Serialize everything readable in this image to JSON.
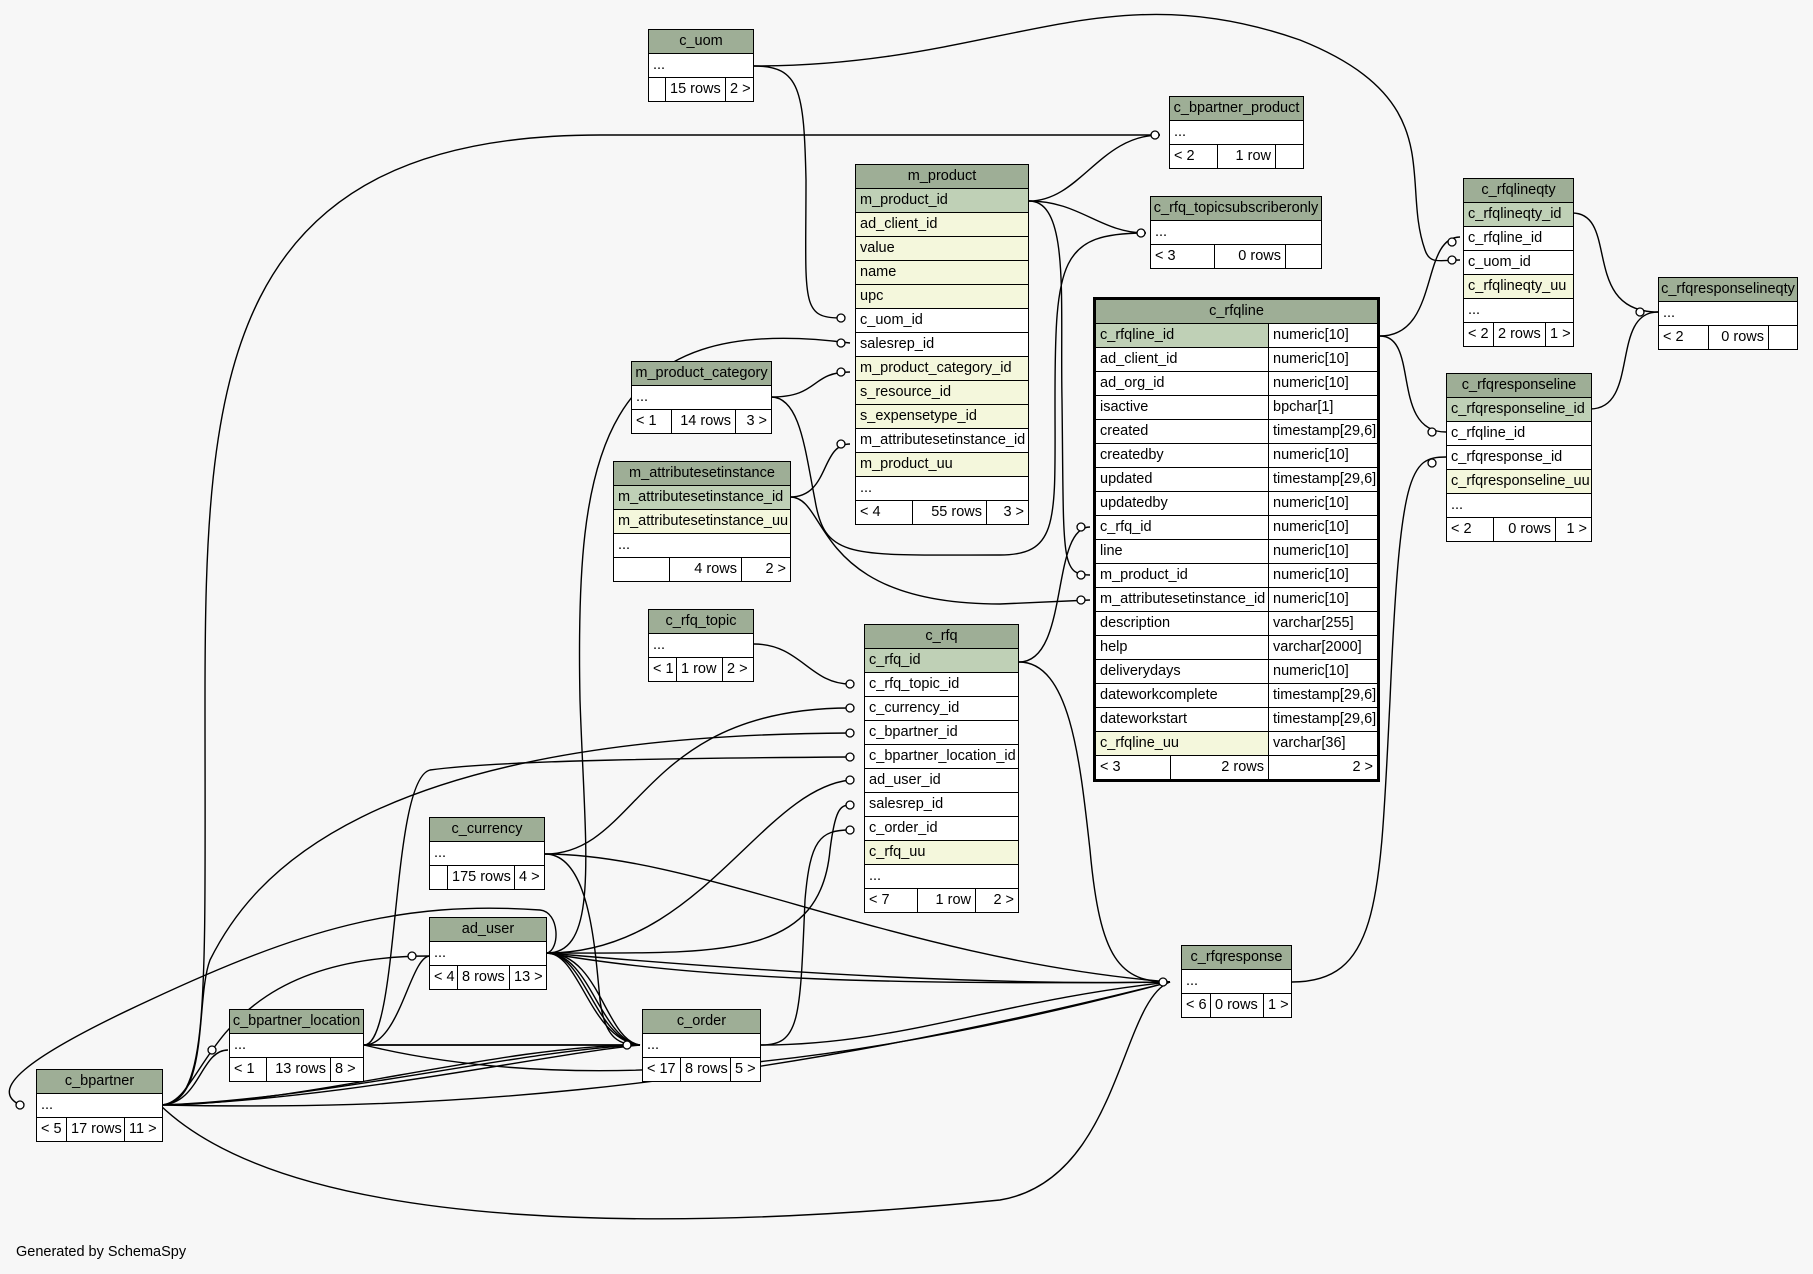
{
  "diagram": {
    "credit": "Generated by SchemaSpy",
    "tables": {
      "c_uom": {
        "name": "c_uom",
        "rows": [
          "..."
        ],
        "footer": [
          "",
          "15 rows",
          "2 >"
        ]
      },
      "c_bpartner_product": {
        "name": "c_bpartner_product",
        "rows": [
          "..."
        ],
        "footer": [
          "< 2",
          "1 row",
          ""
        ]
      },
      "m_product": {
        "name": "m_product",
        "rows": [
          "m_product_id",
          "ad_client_id",
          "value",
          "name",
          "upc",
          "c_uom_id",
          "salesrep_id",
          "m_product_category_id",
          "s_resource_id",
          "s_expensetype_id",
          "m_attributesetinstance_id",
          "m_product_uu",
          "..."
        ],
        "footer": [
          "< 4",
          "55 rows",
          "3 >"
        ]
      },
      "c_rfq_topicsubscriberonly": {
        "name": "c_rfq_topicsubscriberonly",
        "rows": [
          "..."
        ],
        "footer": [
          "< 3",
          "0 rows",
          ""
        ]
      },
      "c_rfqlineqty": {
        "name": "c_rfqlineqty",
        "rows": [
          "c_rfqlineqty_id",
          "c_rfqline_id",
          "c_uom_id",
          "c_rfqlineqty_uu",
          "..."
        ],
        "footer": [
          "< 2",
          "2 rows",
          "1 >"
        ]
      },
      "c_rfqresponselineqty": {
        "name": "c_rfqresponselineqty",
        "rows": [
          "..."
        ],
        "footer": [
          "< 2",
          "0 rows",
          ""
        ]
      },
      "c_rfqline": {
        "name": "c_rfqline",
        "rows": [
          [
            "c_rfqline_id",
            "numeric[10]"
          ],
          [
            "ad_client_id",
            "numeric[10]"
          ],
          [
            "ad_org_id",
            "numeric[10]"
          ],
          [
            "isactive",
            "bpchar[1]"
          ],
          [
            "created",
            "timestamp[29,6]"
          ],
          [
            "createdby",
            "numeric[10]"
          ],
          [
            "updated",
            "timestamp[29,6]"
          ],
          [
            "updatedby",
            "numeric[10]"
          ],
          [
            "c_rfq_id",
            "numeric[10]"
          ],
          [
            "line",
            "numeric[10]"
          ],
          [
            "m_product_id",
            "numeric[10]"
          ],
          [
            "m_attributesetinstance_id",
            "numeric[10]"
          ],
          [
            "description",
            "varchar[255]"
          ],
          [
            "help",
            "varchar[2000]"
          ],
          [
            "deliverydays",
            "numeric[10]"
          ],
          [
            "dateworkcomplete",
            "timestamp[29,6]"
          ],
          [
            "dateworkstart",
            "timestamp[29,6]"
          ],
          [
            "c_rfqline_uu",
            "varchar[36]"
          ]
        ],
        "footer": [
          "< 3",
          "2 rows",
          "2 >"
        ]
      },
      "c_rfqresponseline": {
        "name": "c_rfqresponseline",
        "rows": [
          "c_rfqresponseline_id",
          "c_rfqline_id",
          "c_rfqresponse_id",
          "c_rfqresponseline_uu",
          "..."
        ],
        "footer": [
          "< 2",
          "0 rows",
          "1 >"
        ]
      },
      "m_product_category": {
        "name": "m_product_category",
        "rows": [
          "..."
        ],
        "footer": [
          "< 1",
          "14 rows",
          "3 >"
        ]
      },
      "m_attributesetinstance": {
        "name": "m_attributesetinstance",
        "rows": [
          "m_attributesetinstance_id",
          "m_attributesetinstance_uu",
          "..."
        ],
        "footer": [
          "",
          "4 rows",
          "2 >"
        ]
      },
      "c_rfq_topic": {
        "name": "c_rfq_topic",
        "rows": [
          "..."
        ],
        "footer": [
          "< 1",
          "1 row",
          "2 >"
        ]
      },
      "c_rfq": {
        "name": "c_rfq",
        "rows": [
          "c_rfq_id",
          "c_rfq_topic_id",
          "c_currency_id",
          "c_bpartner_id",
          "c_bpartner_location_id",
          "ad_user_id",
          "salesrep_id",
          "c_order_id",
          "c_rfq_uu",
          "..."
        ],
        "footer": [
          "< 7",
          "1 row",
          "2 >"
        ]
      },
      "c_currency": {
        "name": "c_currency",
        "rows": [
          "..."
        ],
        "footer": [
          "",
          "175 rows",
          "4 >"
        ]
      },
      "ad_user": {
        "name": "ad_user",
        "rows": [
          "..."
        ],
        "footer": [
          "< 4",
          "8 rows",
          "13 >"
        ]
      },
      "c_rfqresponse": {
        "name": "c_rfqresponse",
        "rows": [
          "..."
        ],
        "footer": [
          "< 6",
          "0 rows",
          "1 >"
        ]
      },
      "c_bpartner_location": {
        "name": "c_bpartner_location",
        "rows": [
          "..."
        ],
        "footer": [
          "< 1",
          "13 rows",
          "8 >"
        ]
      },
      "c_order": {
        "name": "c_order",
        "rows": [
          "..."
        ],
        "footer": [
          "< 17",
          "8 rows",
          "5 >"
        ]
      },
      "c_bpartner": {
        "name": "c_bpartner",
        "rows": [
          "..."
        ],
        "footer": [
          "< 5",
          "17 rows",
          "11 >"
        ]
      }
    }
  }
}
